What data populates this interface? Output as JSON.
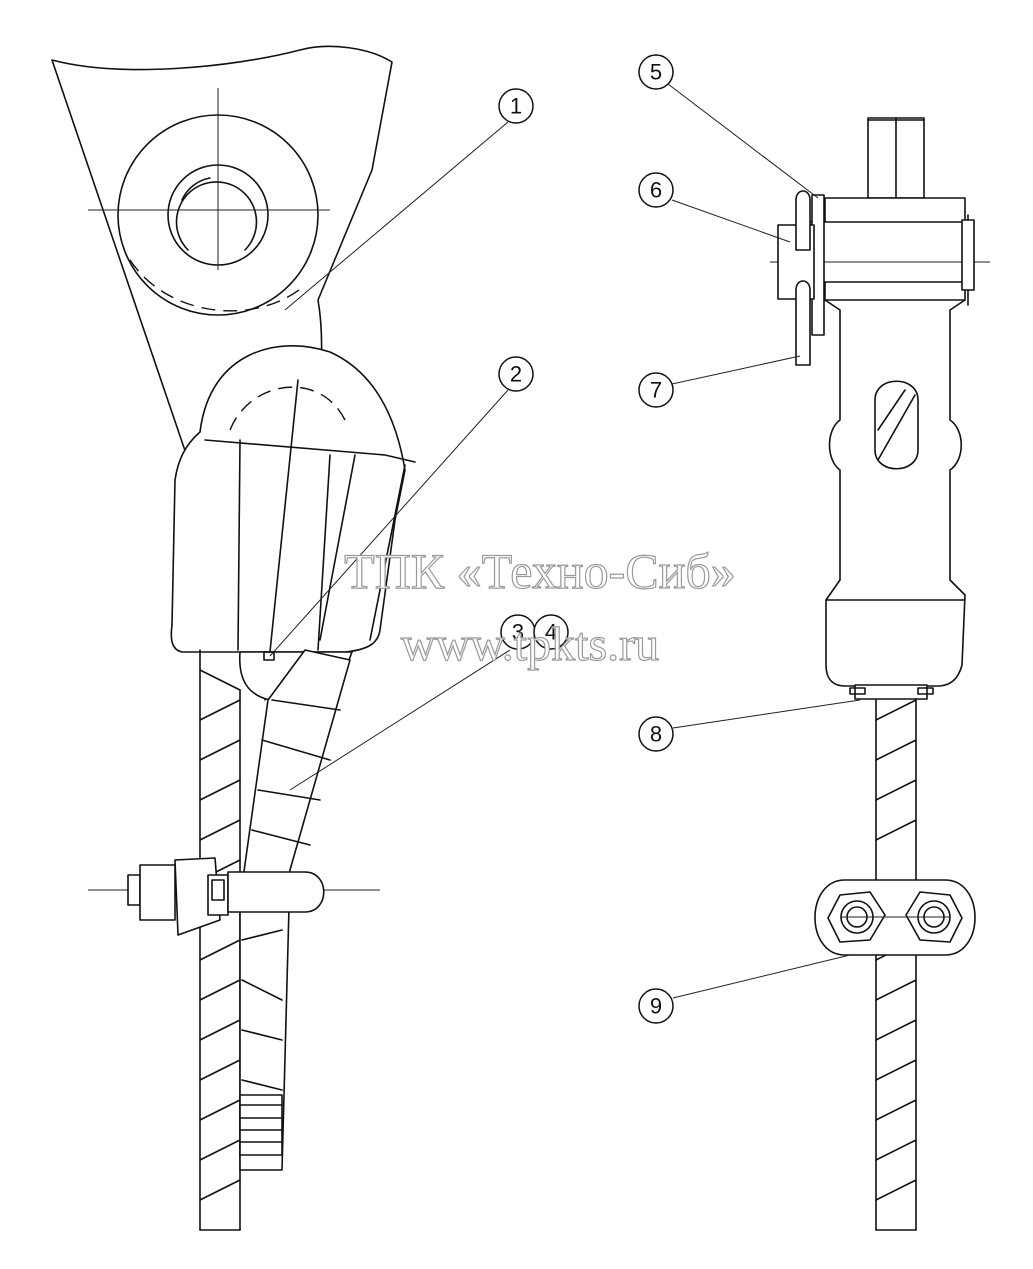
{
  "watermark": {
    "line1": "ТПК «Техно-Сиб»",
    "line2": "www.tpkts.ru"
  },
  "callouts": [
    {
      "id": "1",
      "label": "1"
    },
    {
      "id": "2",
      "label": "2"
    },
    {
      "id": "3",
      "label": "3"
    },
    {
      "id": "4",
      "label": "4"
    },
    {
      "id": "5",
      "label": "5"
    },
    {
      "id": "6",
      "label": "6"
    },
    {
      "id": "7",
      "label": "7"
    },
    {
      "id": "8",
      "label": "8"
    },
    {
      "id": "9",
      "label": "9"
    }
  ]
}
